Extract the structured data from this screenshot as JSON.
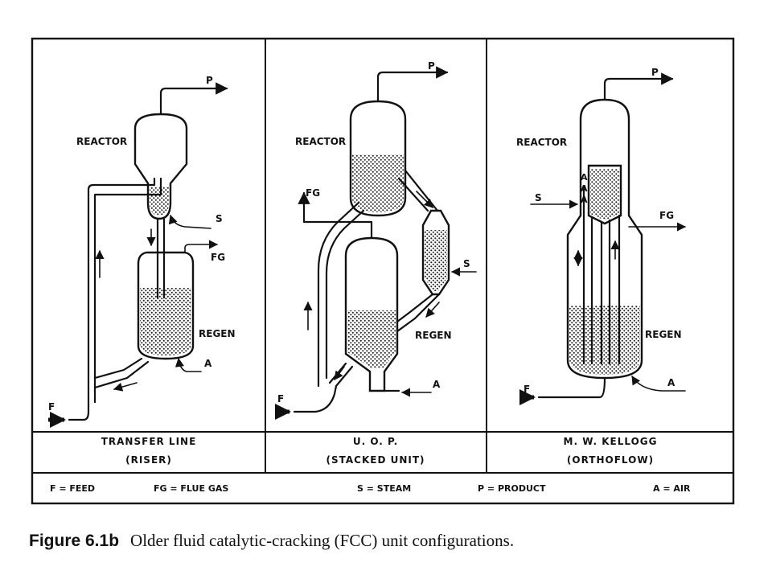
{
  "panels": [
    {
      "reactor_label": "REACTOR",
      "regen_label": "REGEN",
      "product_label": "P",
      "flue_gas_label": "FG",
      "steam_label": "S",
      "air_label": "A",
      "feed_label": "F",
      "caption_line1": "TRANSFER LINE",
      "caption_line2": "(RISER)"
    },
    {
      "reactor_label": "REACTOR",
      "regen_label": "REGEN",
      "product_label": "P",
      "flue_gas_label": "FG",
      "steam_label": "S",
      "air_label": "A",
      "feed_label": "F",
      "caption_line1": "U. O. P.",
      "caption_line2": "(STACKED UNIT)"
    },
    {
      "reactor_label": "REACTOR",
      "regen_label": "REGEN",
      "product_label": "P",
      "flue_gas_label": "FG",
      "steam_label": "S",
      "air_label": "A",
      "feed_label": "F",
      "caption_line1": "M. W. KELLOGG",
      "caption_line2": "(ORTHOFLOW)"
    }
  ],
  "legend": {
    "feed": "F = FEED",
    "flue_gas": "FG = FLUE GAS",
    "steam": "S = STEAM",
    "product": "P = PRODUCT",
    "air": "A = AIR"
  },
  "caption": {
    "number": "Figure 6.1b",
    "text": "Older fluid catalytic-cracking (FCC) unit configurations."
  }
}
